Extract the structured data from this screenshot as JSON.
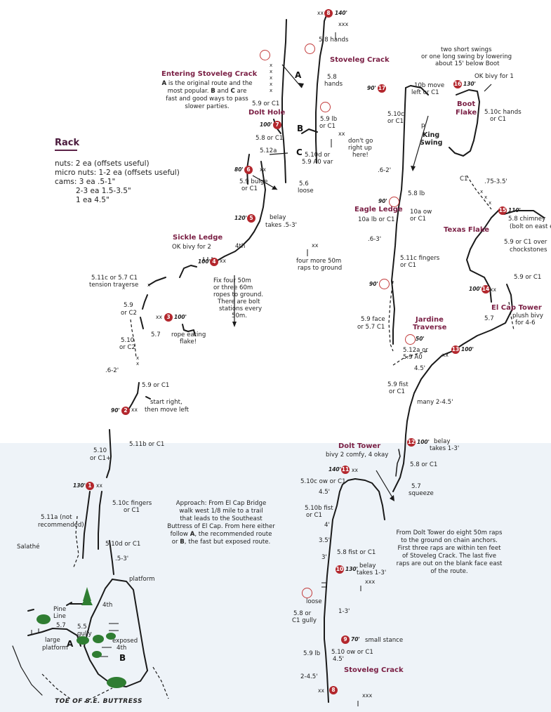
{
  "rack": {
    "title": "Rack",
    "lines": [
      "nuts: 2 ea (offsets useful)",
      "micro nuts: 1-2 ea (offsets useful)",
      "cams: 3 ea .5-1\"",
      "2-3 ea 1.5-3.5\"",
      "1 ea 4.5\""
    ]
  },
  "features": {
    "entering_stoveleg": "Entering Stoveleg Crack",
    "stoveleg_crack_top": "Stoveleg Crack",
    "dolt_hole": "Dolt Hole",
    "sickle_ledge": "Sickle Ledge",
    "boot_flake_1": "Boot",
    "boot_flake_2": "Flake",
    "king_swing_1": "King",
    "king_swing_2": "Swing",
    "eagle_ledge": "Eagle Ledge",
    "texas_flake": "Texas Flake",
    "el_cap_tower": "El Cap Tower",
    "jardine_1": "Jardine",
    "jardine_2": "Traverse",
    "dolt_tower": "Dolt Tower",
    "stoveleg_crack_bottom": "Stoveleg Crack",
    "toe": "TOE OF S.E. BUTTRESS",
    "salathe": "Salathé",
    "pine_line_1": "Pine",
    "pine_line_2": "Line",
    "large_platform_1": "large",
    "large_platform_2": "platform",
    "gully": "gully",
    "exposed_4th_1": "exposed",
    "exposed_4th_2": "4th",
    "platform": "platform"
  },
  "route_letters": {
    "A": "A",
    "B": "B",
    "C": "C",
    "A_low": "A",
    "B_low": "B"
  },
  "pitches": [
    {
      "n": "1",
      "len": "130'"
    },
    {
      "n": "2",
      "len": "90'"
    },
    {
      "n": "3",
      "len": "100'"
    },
    {
      "n": "4",
      "len": "100'"
    },
    {
      "n": "5",
      "len": "120'"
    },
    {
      "n": "6",
      "len": "80'"
    },
    {
      "n": "7",
      "len": "100'"
    },
    {
      "n": "8",
      "len": "140'"
    },
    {
      "n": "8",
      "len": ""
    },
    {
      "n": "9",
      "len": "70'"
    },
    {
      "n": "10",
      "len": "130'"
    },
    {
      "n": "11",
      "len": "140'"
    },
    {
      "n": "12",
      "len": "100'"
    },
    {
      "n": "13",
      "len": "100'"
    },
    {
      "n": "14",
      "len": "100'"
    },
    {
      "n": "15",
      "len": "110'"
    },
    {
      "n": "16",
      "len": "130'"
    },
    {
      "n": "17",
      "len": "90'"
    }
  ],
  "ring_lengths": {
    "r90a": "90'",
    "r90b": "90'",
    "r50": "50'"
  },
  "labels": {
    "l_58hands": "5.8 hands",
    "l_58hands2a": "5.8",
    "l_58hands2b": "hands",
    "l_59c1": "5.9 or C1",
    "l_58c1": "5.8 or C1",
    "l_512a": "5.12a",
    "l_59bulge_1": "5.9 bulge",
    "l_59bulge_2": "or C1",
    "l_59lb_1": "5.9 lb",
    "l_59lb_2": "or C1",
    "l_510d_1": "5.10d or",
    "l_510d_2": "5.9 A0 var",
    "l_56_1": "5.6",
    "l_56_2": "loose",
    "l_dontgo_1": "don't go",
    "l_dontgo_2": "right up",
    "l_dontgo_3": "here!",
    "l_belay_1": "belay",
    "l_belay_2": "takes .5-3'",
    "l_okbivy2": "OK bivy for 2",
    "l_4th": "4th",
    "l_511c_1": "5.11c or 5.7 C1",
    "l_511c_2": "tension traverse",
    "l_59c2_1": "5.9",
    "l_59c2_2": "or C2",
    "l_57": "5.7",
    "l_ropeeat_1": "rope eating",
    "l_ropeeat_2": "flake!",
    "l_510c2_1": "5.10",
    "l_510c2_2": "or C2",
    "l_62": ".6-2'",
    "l_59c1b": "5.9 or C1",
    "l_startright_1": "start right,",
    "l_startright_2": "then move left",
    "l_510c1plus_1": "5.10",
    "l_510c1plus_2": "or C1+",
    "l_511b": "5.11b or C1",
    "l_510cfingers_1": "5.10c fingers",
    "l_510cfingers_2": "or C1",
    "l_511a_1": "5.11a (not",
    "l_511a_2": "recommended)",
    "l_510dc1": "5.10d or C1",
    "l_53": ".5-3'",
    "l_4th_low": "4th",
    "l_57low": "5.7",
    "l_55": "5.5",
    "l_fix_1": "Fix four 50m",
    "l_fix_2": "or three 60m",
    "l_fix_3": "ropes to ground.",
    "l_fix_4": "There are bolt",
    "l_fix_5": "stations every",
    "l_fix_6": "50m.",
    "l_fourmore_1": "four more 50m",
    "l_fourmore_2": "raps to ground",
    "l_twoshort_1": "two short swings",
    "l_twoshort_2": "or one long swing by lowering",
    "l_twoshort_3": "about 15' below Boot",
    "l_okbivy1": "OK bivy for 1",
    "l_10b_1": "10b move",
    "l_10b_2": "left or C1",
    "l_510c_1": "5.10c",
    "l_510c_2": "or C1",
    "l_510chands_1": "5.10c hands",
    "l_510chands_2": "or C1",
    "l_p": "p",
    "l_62b": ".6-2'",
    "l_58lb": "5.8 lb",
    "l_c1": "C1",
    "l_75": ".75-3.5'",
    "l_10alb": "10a lb or C1",
    "l_10aow_1": "10a ow",
    "l_10aow_2": "or C1",
    "l_63": ".6-3'",
    "l_58chim_1": "5.8 chimney",
    "l_58chim_2": "(bolt on east end)",
    "l_59over_1": "5.9 or C1 over",
    "l_59over_2": "chockstones",
    "l_511cf_1": "5.11c fingers",
    "l_511cf_2": "or C1",
    "l_59c1c": "5.9 or C1",
    "l_57b": "5.7",
    "l_plush_1": "plush bivy",
    "l_plush_2": "for 4-6",
    "l_59face_1": "5.9 face",
    "l_59face_2": "or 5.7 C1",
    "l_512a_b_1": "5.12a or",
    "l_512a_b_2": "5.9 A0",
    "l_45": "4.5'",
    "l_59fist_1": "5.9 fist",
    "l_59fist_2": "or C1",
    "l_many": "many 2-4.5'",
    "l_belay13_1": "belay",
    "l_belay13_2": "takes 1-3'",
    "l_bivy24": "bivy 2 comfy, 4 okay",
    "l_58c1d": "5.8 or C1",
    "l_510cow": "5.10c ow or C1",
    "l_45b": "4.5'",
    "l_57sq_1": "5.7",
    "l_57sq_2": "squeeze",
    "l_510b_1": "5.10b fist",
    "l_510b_2": "or C1",
    "l_4": "4'",
    "l_35": "3.5'",
    "l_58fist": "5.8 fist or C1",
    "l_3": "3'",
    "l_belay10_1": "belay",
    "l_belay10_2": "takes 1-3'",
    "l_loose": "loose",
    "l_58gully_1": "5.8 or",
    "l_58gully_2": "C1 gully",
    "l_13": "1-3'",
    "l_smallstance": "small stance",
    "l_59lb_b": "5.9 lb",
    "l_510ow_1": "5.10 ow or C1",
    "l_510ow_2": "4.5'",
    "l_245": "2-4.5'",
    "bolts_xxx": "xxx",
    "bolts_xx": "xx"
  },
  "notes": {
    "entering": [
      {
        "bold": "A",
        "text": " is the original route and the"
      },
      {
        "bold": "",
        "text": "most popular. "
      },
      {
        "bold": "B",
        "text": " and "
      },
      {
        "bold": "C",
        "text": " are"
      }
    ],
    "entering_rest": [
      "fast and good ways to pass",
      "slower parties."
    ],
    "approach": [
      "Approach: From El Cap Bridge",
      "walk west 1/8 mile to a trail",
      "that leads to the Southeast",
      "Buttress of El Cap. From here either"
    ],
    "approach_follow": {
      "pre": "follow ",
      "a": "A",
      "mid": ", the recommended route",
      "or": "or ",
      "b": "B",
      "post": ", the fast but exposed route."
    },
    "descent": [
      "From Dolt Tower do eight 50m raps",
      "to the ground on chain anchors.",
      "First three raps are within ten feet",
      "of Stoveleg Crack. The last five",
      "raps are out on the blank face east",
      "of the route."
    ]
  },
  "colors": {
    "accent": "#7a1f44",
    "pin": "#b3272d",
    "ink": "#222222",
    "approach_bg": "#eef3f8",
    "tree": "#2f7d32"
  }
}
